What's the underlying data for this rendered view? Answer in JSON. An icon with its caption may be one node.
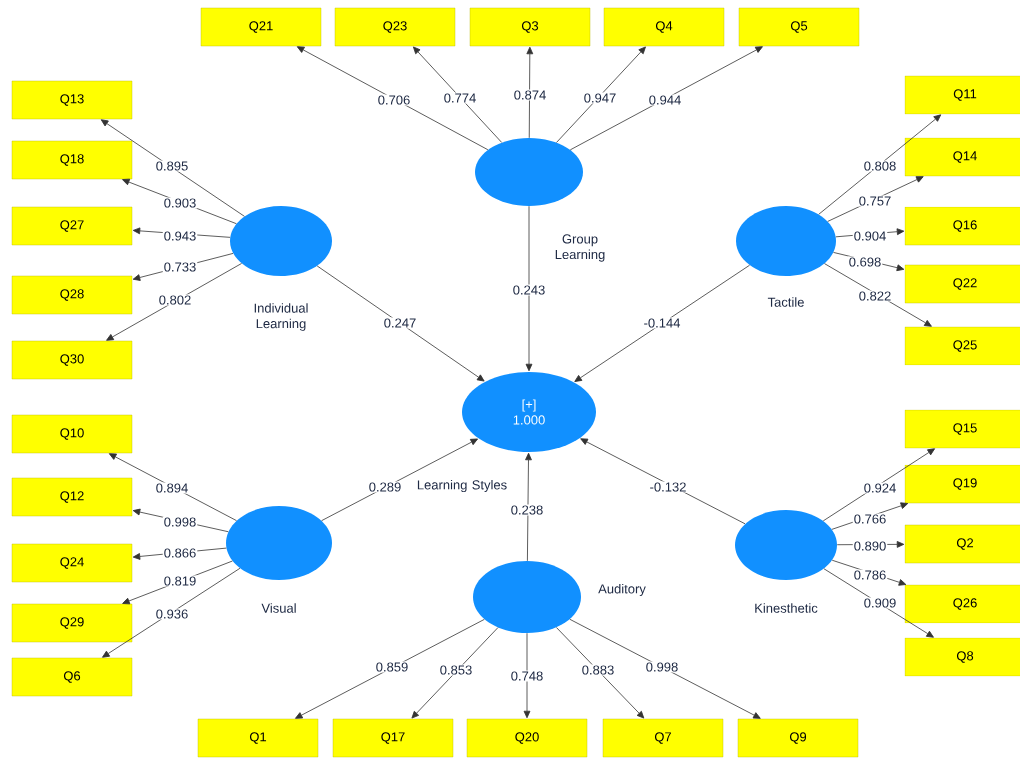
{
  "diagram": {
    "nodes": [
      {
        "text": [
          "[+]",
          "1.000",
          "Learning Styles"
        ]
      },
      {
        "text": [
          "Group Learning"
        ]
      },
      {
        "text": [
          "Individual Learning"
        ]
      },
      {
        "text": [
          "Tactile"
        ]
      },
      {
        "text": [
          "Visual"
        ]
      },
      {
        "text": [
          "Auditory"
        ]
      },
      {
        "text": [
          "Kinesthetic"
        ]
      },
      {
        "text": [
          "Q21"
        ]
      },
      {
        "text": [
          "Q23"
        ]
      },
      {
        "text": [
          "Q3"
        ]
      },
      {
        "text": [
          "Q4"
        ]
      },
      {
        "text": [
          "Q5"
        ]
      },
      {
        "text": [
          "Q13"
        ]
      },
      {
        "text": [
          "Q18"
        ]
      },
      {
        "text": [
          "Q27"
        ]
      },
      {
        "text": [
          "Q28"
        ]
      },
      {
        "text": [
          "Q30"
        ]
      },
      {
        "text": [
          "Q11"
        ]
      },
      {
        "text": [
          "Q14"
        ]
      },
      {
        "text": [
          "Q16"
        ]
      },
      {
        "text": [
          "Q22"
        ]
      },
      {
        "text": [
          "Q25"
        ]
      },
      {
        "text": [
          "Q10"
        ]
      },
      {
        "text": [
          "Q12"
        ]
      },
      {
        "text": [
          "Q24"
        ]
      },
      {
        "text": [
          "Q29"
        ]
      },
      {
        "text": [
          "Q6"
        ]
      },
      {
        "text": [
          "Q15"
        ]
      },
      {
        "text": [
          "Q19"
        ]
      },
      {
        "text": [
          "Q2"
        ]
      },
      {
        "text": [
          "Q26"
        ]
      },
      {
        "text": [
          "Q8"
        ]
      },
      {
        "text": [
          "Q1"
        ]
      },
      {
        "text": [
          "Q17"
        ]
      },
      {
        "text": [
          "Q20"
        ]
      },
      {
        "text": [
          "Q7"
        ]
      },
      {
        "text": [
          "Q9"
        ]
      }
    ],
    "edges": [
      {
        "from": 1,
        "to": 7,
        "arrow": "to",
        "label": "0.706"
      },
      {
        "from": 1,
        "to": 8,
        "arrow": "to",
        "label": "0.774"
      },
      {
        "from": 1,
        "to": 9,
        "arrow": "to",
        "label": "0.874"
      },
      {
        "from": 1,
        "to": 10,
        "arrow": "to",
        "label": "0.947"
      },
      {
        "from": 1,
        "to": 11,
        "arrow": "to",
        "label": "0.944"
      },
      {
        "from": 2,
        "to": 12,
        "arrow": "to",
        "label": "0.895"
      },
      {
        "from": 2,
        "to": 13,
        "arrow": "to",
        "label": "0.903"
      },
      {
        "from": 2,
        "to": 14,
        "arrow": "to",
        "label": "0.943"
      },
      {
        "from": 2,
        "to": 15,
        "arrow": "to",
        "label": "0.733"
      },
      {
        "from": 2,
        "to": 16,
        "arrow": "to",
        "label": "0.802"
      },
      {
        "from": 3,
        "to": 17,
        "arrow": "to",
        "label": "0.808"
      },
      {
        "from": 3,
        "to": 18,
        "arrow": "to",
        "label": "0.757"
      },
      {
        "from": 3,
        "to": 19,
        "arrow": "to",
        "label": "0.904"
      },
      {
        "from": 3,
        "to": 20,
        "arrow": "to",
        "label": "0.698"
      },
      {
        "from": 3,
        "to": 21,
        "arrow": "to",
        "label": "0.822"
      },
      {
        "from": 4,
        "to": 22,
        "arrow": "to",
        "label": "0.894"
      },
      {
        "from": 4,
        "to": 23,
        "arrow": "to",
        "label": "0.998"
      },
      {
        "from": 4,
        "to": 24,
        "arrow": "to",
        "label": "0.866"
      },
      {
        "from": 4,
        "to": 25,
        "arrow": "to",
        "label": "0.819"
      },
      {
        "from": 4,
        "to": 26,
        "arrow": "to",
        "label": "0.936"
      },
      {
        "from": 6,
        "to": 27,
        "arrow": "to",
        "label": "0.924"
      },
      {
        "from": 6,
        "to": 28,
        "arrow": "to",
        "label": "0.766"
      },
      {
        "from": 6,
        "to": 29,
        "arrow": "to",
        "label": "0.890"
      },
      {
        "from": 6,
        "to": 30,
        "arrow": "to",
        "label": "0.786"
      },
      {
        "from": 6,
        "to": 31,
        "arrow": "to",
        "label": "0.909"
      },
      {
        "from": 5,
        "to": 32,
        "arrow": "to",
        "label": "0.859"
      },
      {
        "from": 5,
        "to": 33,
        "arrow": "to",
        "label": "0.853"
      },
      {
        "from": 5,
        "to": 34,
        "arrow": "to",
        "label": "0.748"
      },
      {
        "from": 5,
        "to": 35,
        "arrow": "to",
        "label": "0.883"
      },
      {
        "from": 5,
        "to": 36,
        "arrow": "to",
        "label": "0.998"
      },
      {
        "from": 1,
        "to": 0,
        "arrow": "to",
        "label": "0.243"
      },
      {
        "from": 2,
        "to": 0,
        "arrow": "to",
        "label": "0.247"
      },
      {
        "from": 3,
        "to": 0,
        "arrow": "to",
        "label": "-0.144"
      },
      {
        "from": 4,
        "to": 0,
        "arrow": "to",
        "label": "0.289"
      },
      {
        "from": 5,
        "to": 0,
        "arrow": "to",
        "label": "0.238"
      },
      {
        "from": 6,
        "to": 0,
        "arrow": "to",
        "label": "-0.132"
      }
    ]
  }
}
